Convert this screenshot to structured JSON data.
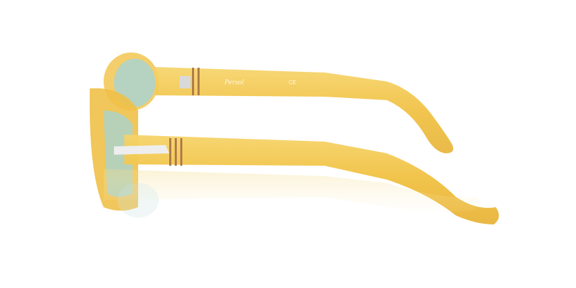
{
  "product": {
    "subject": "sunglasses",
    "logo_text": "Persol",
    "marking_text": "CE",
    "frame_color": "#f2c550",
    "lens_color": "#a9d3cf",
    "background": "#ffffff"
  }
}
